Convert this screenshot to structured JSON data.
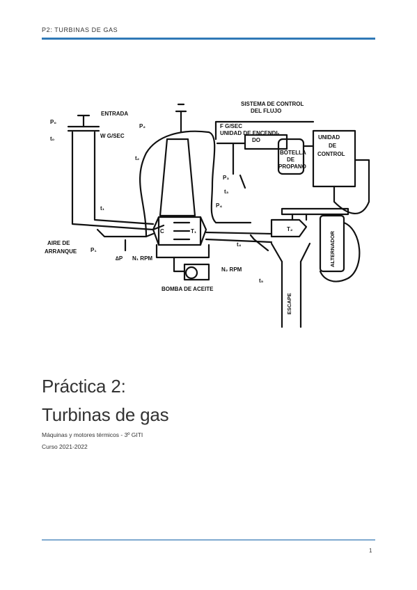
{
  "header": {
    "running_title": "P2: TURBINAS DE GAS"
  },
  "figure": {
    "labels": {
      "entrada": "ENTRADA",
      "sistema_control_1": "SISTEMA DE CONTROL",
      "sistema_control_2": "DEL FLUJO",
      "f_gsec": "F G/SEC",
      "unidad_encendido_1": "UNIDAD DE ENCENDI-",
      "unidad_encendido_2": "DO",
      "botella_1": "BOTELLA",
      "botella_2": "DE",
      "botella_3": "PROPANO",
      "unidad_control_1": "UNIDAD",
      "unidad_control_2": "DE",
      "unidad_control_3": "CONTROL",
      "p0": "P₀",
      "t0": "t₀",
      "w_gsec": "W G/SEC",
      "p2": "P₂",
      "t2": "t₂",
      "p3": "P₃",
      "t3": "t₃",
      "p4": "P₄",
      "t1": "t₁",
      "aire_1": "AIRE DE",
      "aire_2": "ARRANQUE",
      "p1": "P₁",
      "dp": "∆P",
      "c": "C",
      "t1_turbine": "T₁",
      "t2_turbine": "T₂",
      "n1_rpm": "N₁ RPM",
      "n2_rpm": "N₂ RPM",
      "t4": "t₄",
      "t5": "t₅",
      "bomba": "BOMBA DE ACEITE",
      "escape": "ESCAPE",
      "alternador": "ALTERNADOR"
    }
  },
  "title": {
    "line1": "Práctica 2:",
    "line2": "Turbinas de gas"
  },
  "subtitle": {
    "course": "Máquinas y motores térmicos - 3º GITI",
    "year": "Curso 2021-2022"
  },
  "footer": {
    "page_number": "1"
  }
}
